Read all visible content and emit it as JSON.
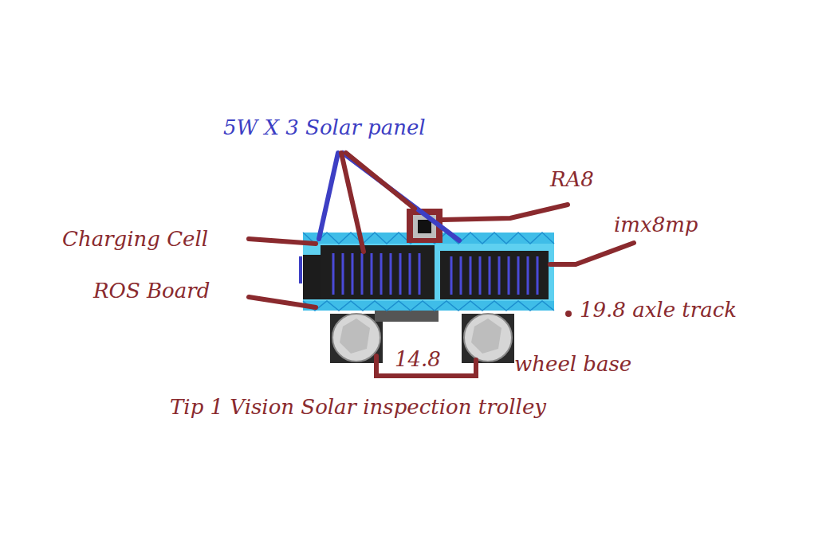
{
  "diagram": {
    "caption": "Tip 1 Vision Solar inspection trolley",
    "labels": [
      "5W X 3 Solar panel",
      "RA8",
      "imx8mp",
      "Charging Cell",
      "ROS Board",
      "19.8 axle track",
      "14.8",
      "wheel base"
    ]
  }
}
